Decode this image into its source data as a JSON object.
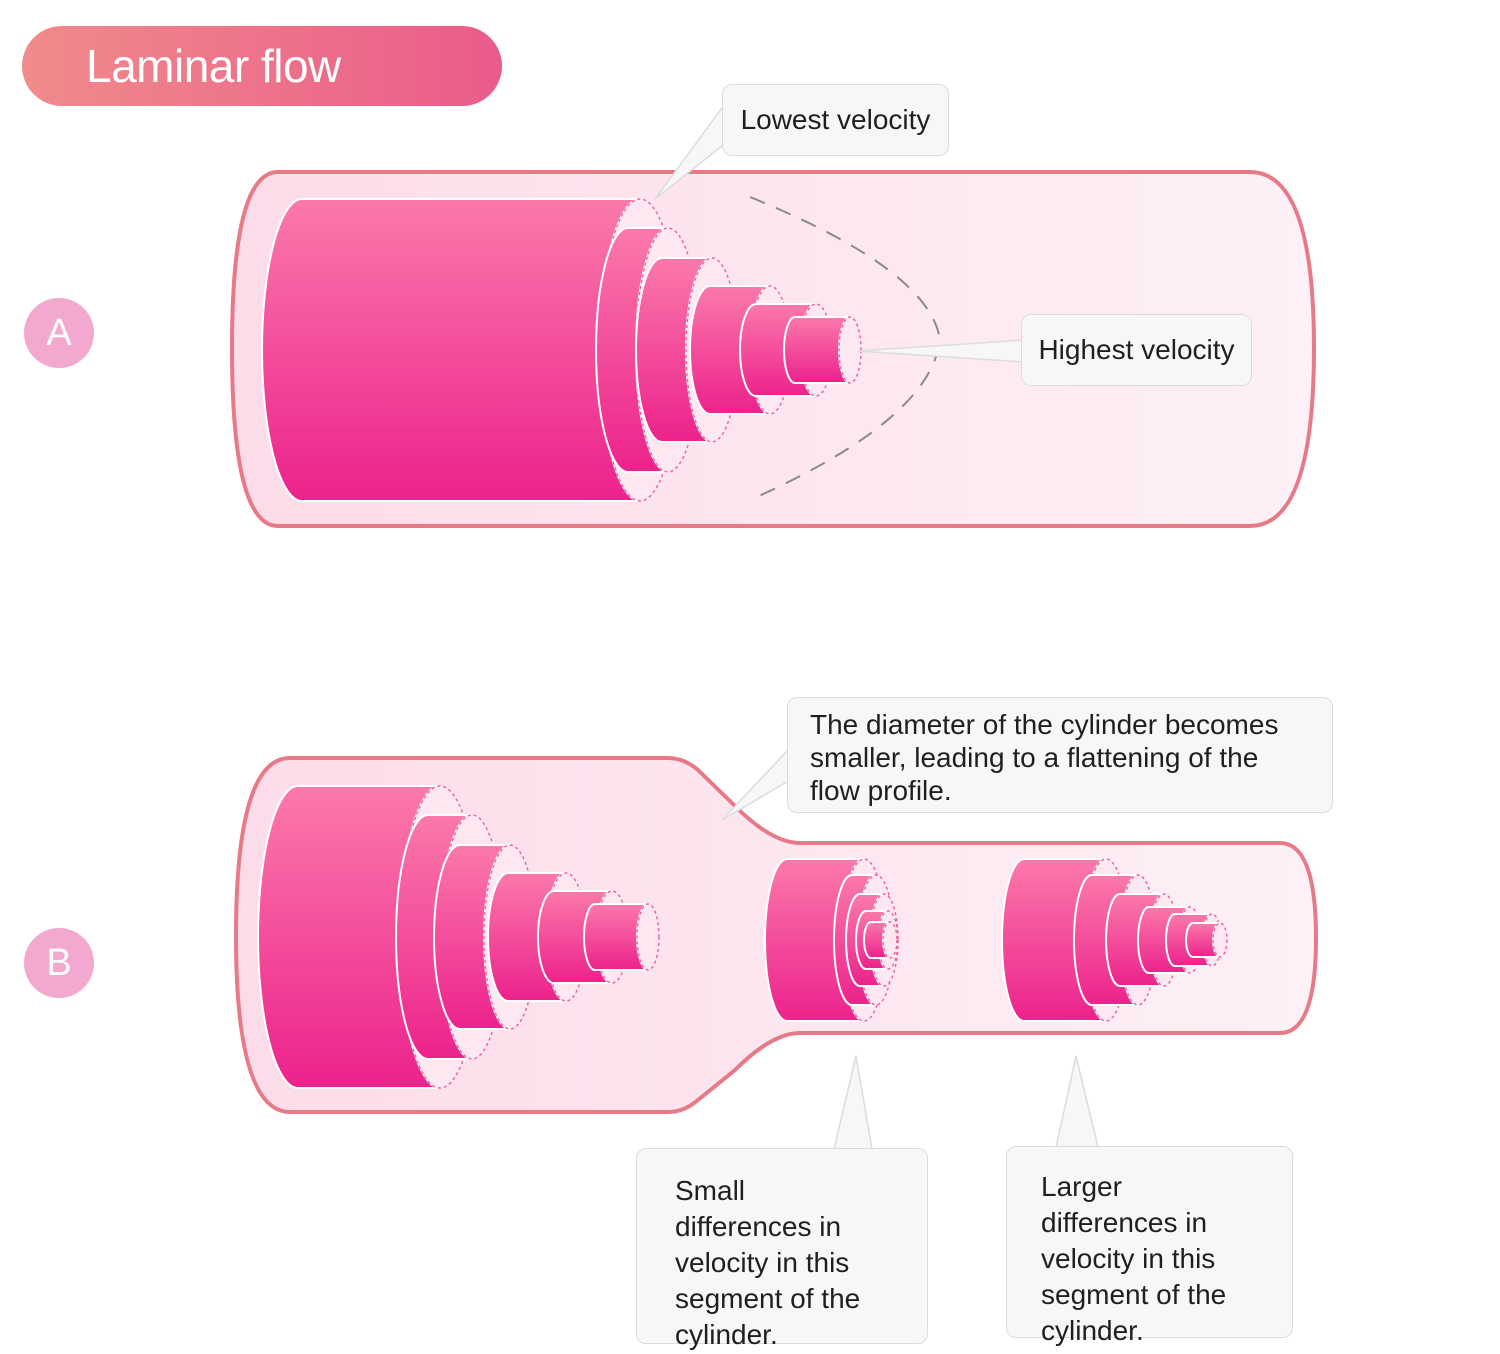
{
  "title": "Laminar flow",
  "panels": {
    "a": {
      "label": "A",
      "callouts": {
        "lowest": "Lowest velocity",
        "highest": "Highest velocity"
      }
    },
    "b": {
      "label": "B",
      "callouts": {
        "diameter": "The diameter of the cylinder becomes smaller, leading to a flattening of the flow profile.",
        "small": "Small differences in velocity in this segment of the cylinder.",
        "larger": "Larger differences in velocity in this segment of the cylinder."
      }
    }
  },
  "colors": {
    "tube_fill": "#fde8f1",
    "tube_stroke": "#e77a86",
    "cylinder_top": "#fb79ab",
    "cylinder_bottom": "#ec228c",
    "title_gradient": [
      "#f08b8b",
      "#ea5b8a"
    ],
    "badge": "#f2a8cf",
    "profile_dash": "#8a8a8a"
  }
}
